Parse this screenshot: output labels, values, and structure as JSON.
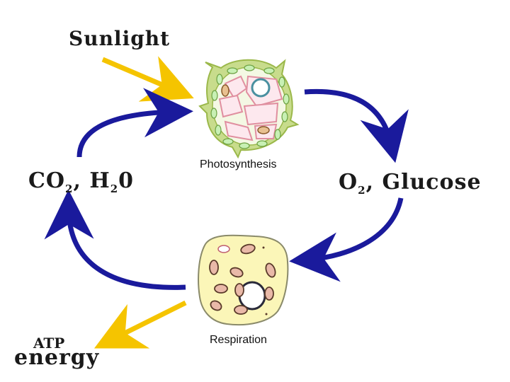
{
  "labels": {
    "sunlight": "Sunlight",
    "co2_main": "CO",
    "co2_sub": "2",
    "h2o_main": ", H",
    "h2o_sub": "2",
    "h2o_tail": "0",
    "o2_main": "O",
    "o2_sub": "2",
    "glucose": ", Glucose",
    "atp": "ATP",
    "energy": "energy"
  },
  "captions": {
    "photosynthesis": "Photosynthesis",
    "respiration": "Respiration"
  },
  "colors": {
    "cycle_arrow": "#1a1a9c",
    "energy_arrow": "#f5c400",
    "plant_cell_wall": "#c8dc8c",
    "plant_cell_outline": "#9bb84a",
    "chloroplast": "#c8f0b4",
    "vacuole_outline": "#e08fa0",
    "animal_cell_fill": "#fbf6b8",
    "animal_cell_outline": "#8a8a6a",
    "mitochondria": "#e9b9a8"
  }
}
